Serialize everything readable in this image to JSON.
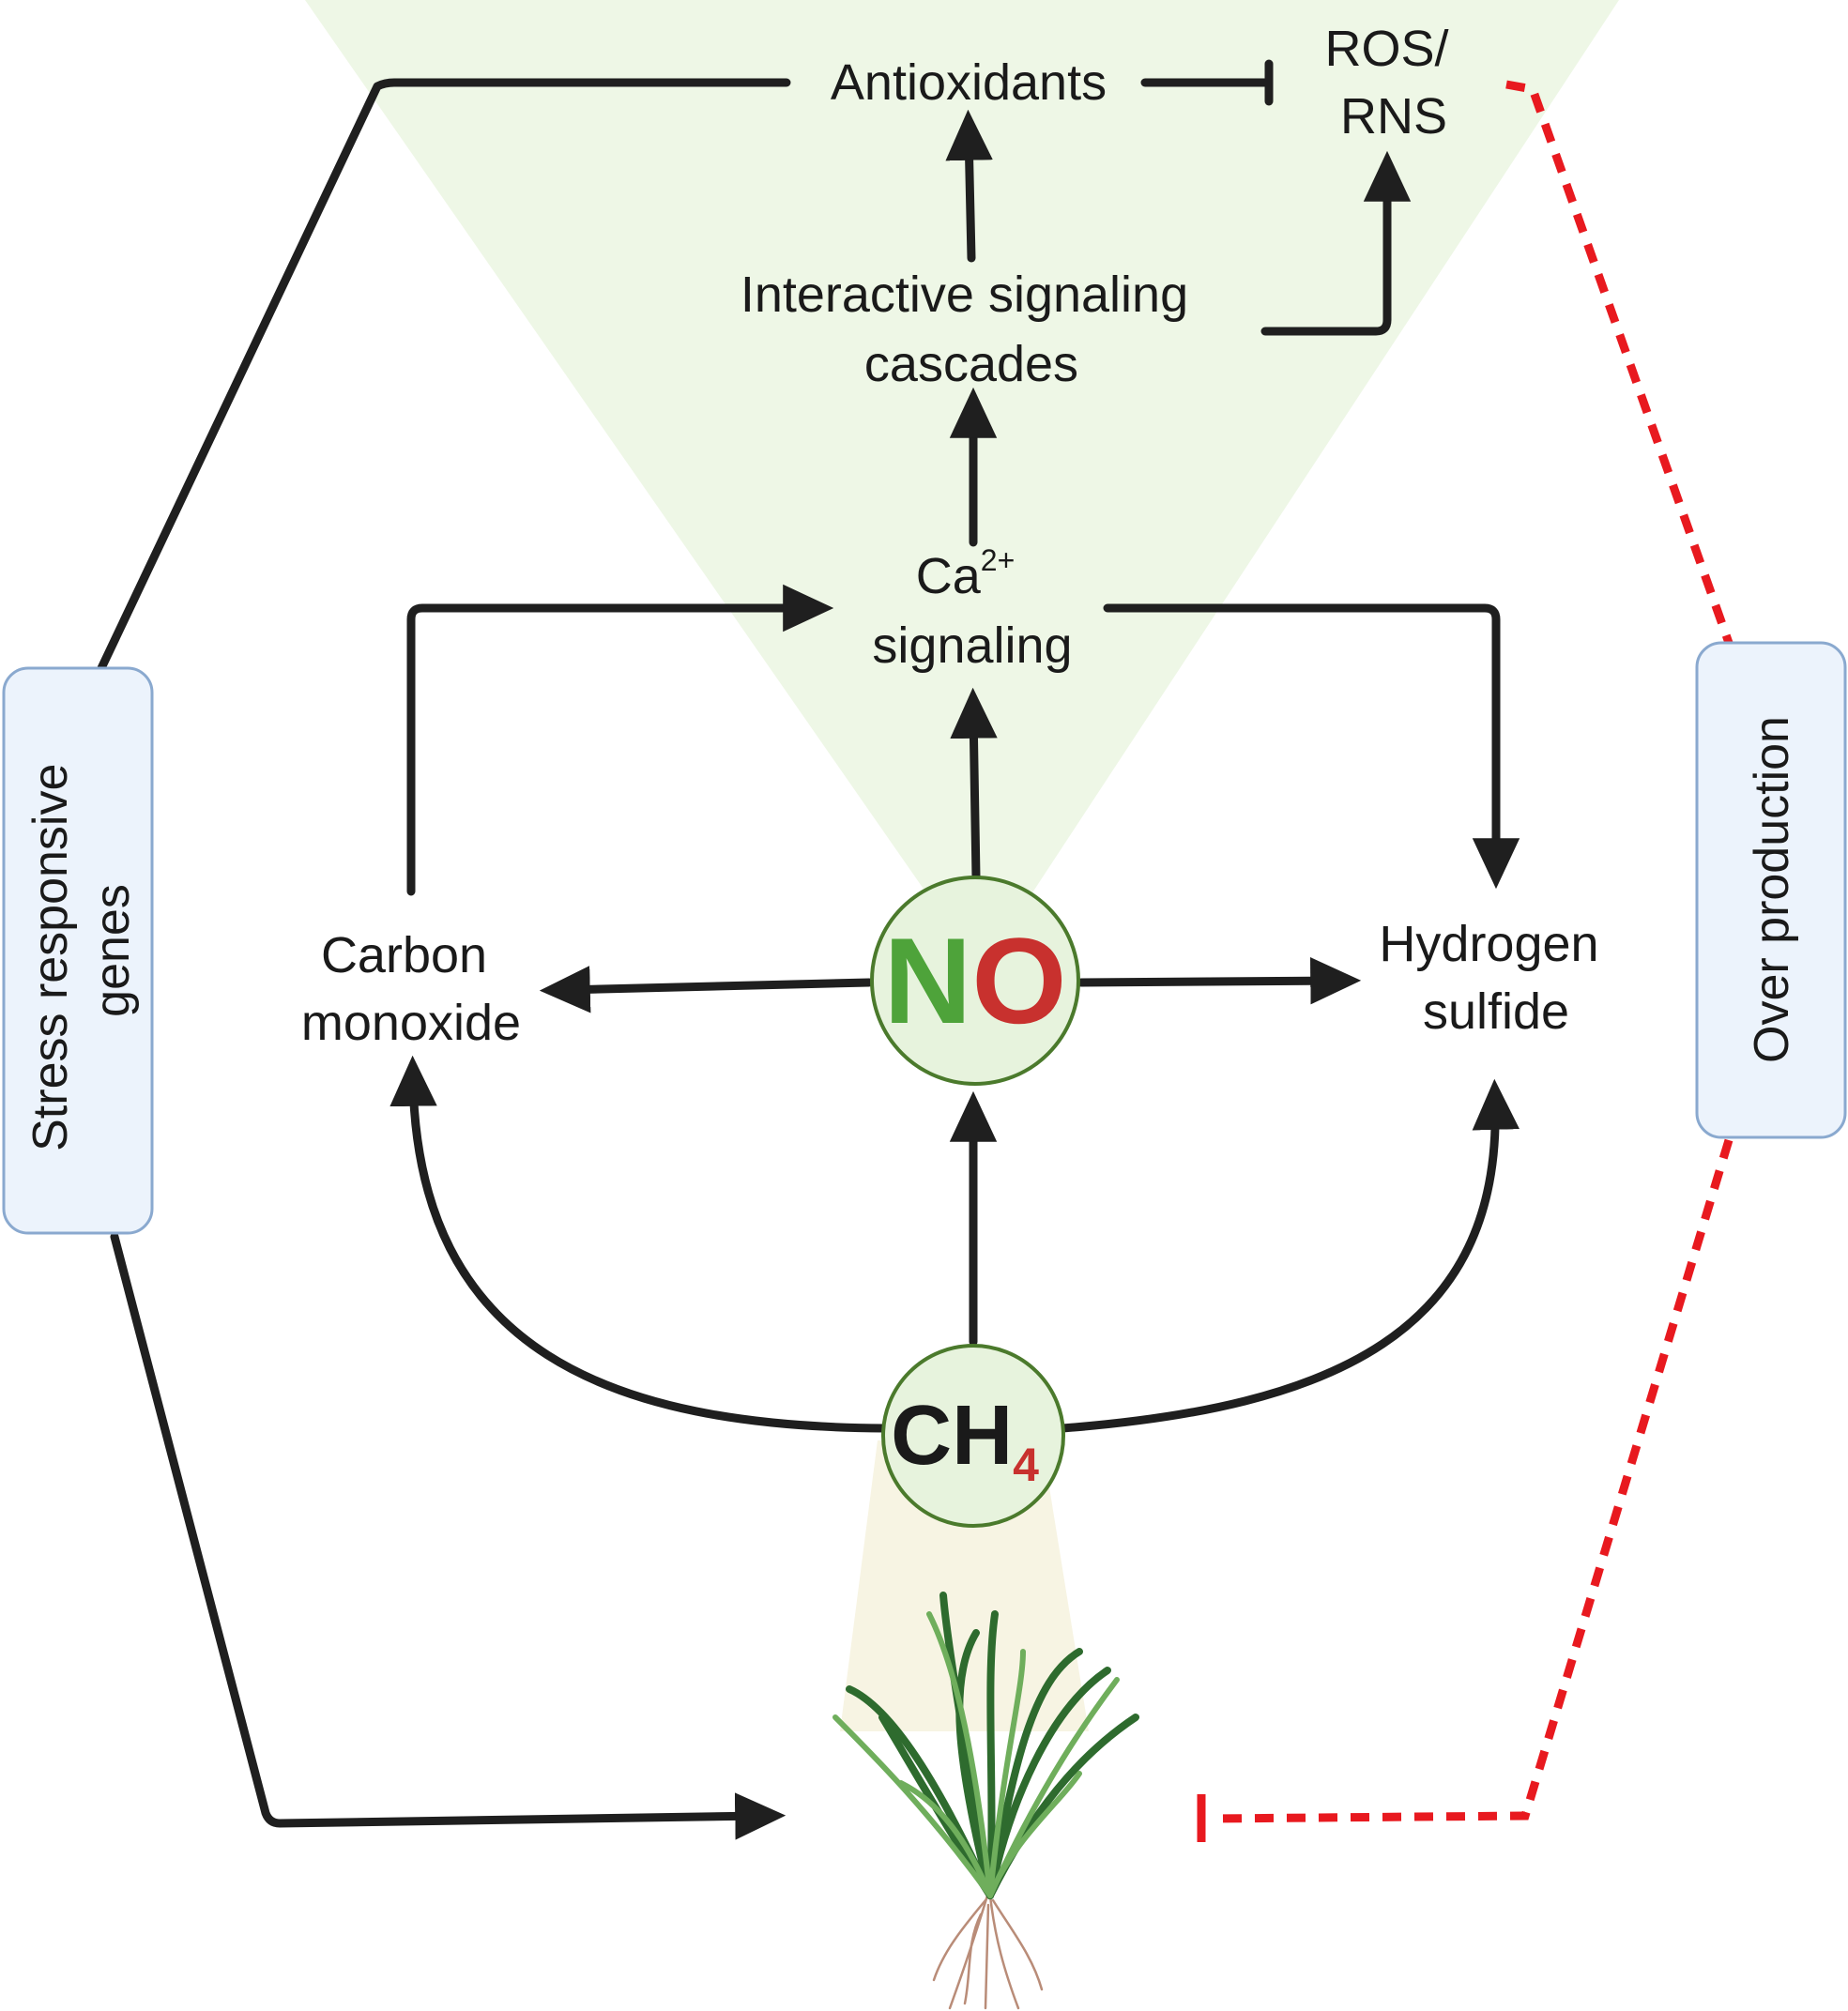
{
  "nodes": {
    "antioxidants": "Antioxidants",
    "ros": {
      "line1": "ROS/",
      "line2": "RNS"
    },
    "cascades": {
      "line1": "Interactive signaling",
      "line2": "cascades"
    },
    "calcium": {
      "base": "Ca",
      "sup": "2+",
      "line2": "signaling"
    },
    "carbon_monoxide": {
      "line1": "Carbon",
      "line2": "monoxide"
    },
    "hydrogen_sulfide": {
      "line1": "Hydrogen",
      "line2": "sulfide"
    },
    "no": {
      "n": "N",
      "o": "O"
    },
    "ch4": {
      "base": "CH",
      "sub": "4"
    }
  },
  "side_boxes": {
    "left": {
      "line1": "Stress responsive",
      "line2": "genes"
    },
    "right": {
      "text": "Over production"
    }
  },
  "colors": {
    "arrow": "#1f1f1f",
    "inhibit_dashed": "#e8191f",
    "n_green": "#4ea33a",
    "o_red": "#c8312e",
    "sub_red": "#c8312e",
    "circle_fill": "#e7f3dd",
    "circle_stroke": "#4b7a2c",
    "box_fill": "#ecf3fc",
    "box_stroke": "#8aa9cf",
    "cone_green": "#eef7e6",
    "cone_beige": "#f7f4e3",
    "plant_dark": "#2e6b2e",
    "plant_light": "#6fae5c"
  }
}
